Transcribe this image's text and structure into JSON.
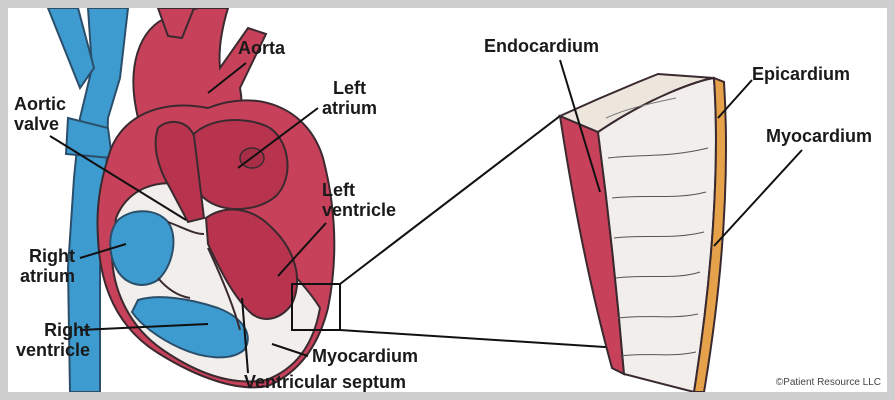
{
  "labels": {
    "aorta": "Aorta",
    "left_atrium": [
      "Left",
      "atrium"
    ],
    "aortic_valve": [
      "Aortic",
      "valve"
    ],
    "left_ventricle": [
      "Left",
      "ventricle"
    ],
    "right_atrium": [
      "Right",
      "atrium"
    ],
    "right_ventricle": [
      "Right",
      "ventricle"
    ],
    "myocardium_heart": "Myocardium",
    "ventricular_septum": "Ventricular septum",
    "endocardium": "Endocardium",
    "epicardium": "Epicardium",
    "myocardium_section": "Myocardium"
  },
  "credit": "©Patient Resource LLC",
  "colors": {
    "heart_red": "#c8415a",
    "chamber_red": "#b8344e",
    "vein_blue": "#3d9bd0",
    "wall_white": "#f1eeec",
    "epicardium_orange": "#e6a24a",
    "frame_gray": "#cfcfcf"
  }
}
